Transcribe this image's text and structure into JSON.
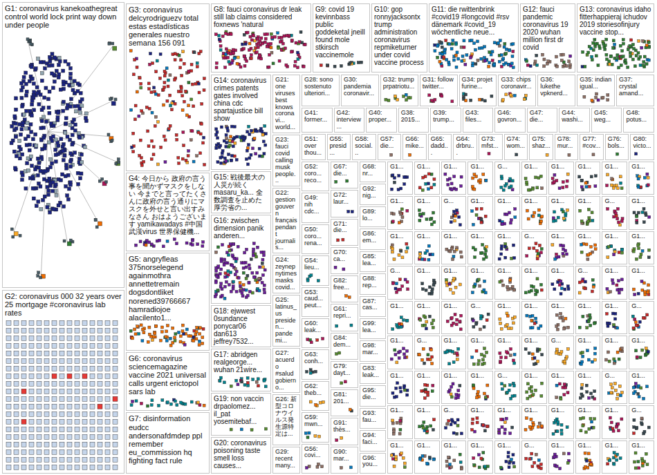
{
  "diagram": {
    "nodes": [
      {
        "text": [
          "G1: coronavirus kanekoathegreat control world lock print way down under people"
        ]
      },
      {
        "text": [
          "G2: coronavirus 000 32 years over 25 mortgage #coronavirus lab rates"
        ]
      },
      {
        "text": [
          "G3: coronavirus delcyrodriguezv total estas estadísticas generales nuestro semana 156 091"
        ]
      },
      {
        "text": [
          "G4: 今日から 政府の言う事を聞かずマスクをしない 今までと言ってたくさんに政府の言う通りにマスクを外せと言い出すみなさん おはようございます yamikawadays #中国 武漢virus 世界保健機..."
        ]
      },
      {
        "text": [
          "G5: angryfleas 375norselegend againmothra annettetremain dogsdontliket norened39766667 hamradiojoe alacilento1..."
        ]
      },
      {
        "text": [
          "G6: coronavirus sciencemagazine vaccine 2021 universal calls urgent erictopol sars lab"
        ]
      },
      {
        "text": [
          "G7: disinformation eudcc andersonafdmdep ppl remember eu_commission hq fighting fact rule"
        ]
      },
      {
        "text": [
          "G8: fauci coronavirus dr leak still lab claims considered foxnews 'natural"
        ]
      },
      {
        "text": [
          "G9: covid 19 kevinnbass public goddeketal jneill found mole stkirsch vaccinemole"
        ]
      },
      {
        "text": [
          "G10: gop ronnyjacksontx trump administration coronavirus repmiketurner under covid vaccine process"
        ]
      },
      {
        "text": [
          "G11: die rwittenbrink #covid19 #longcovid #rsv dänemark #covid_19 wöchentliche neue..."
        ]
      },
      {
        "text": [
          "G12: fauci pandemic coronavirus 19 2020 wuhan million first dr covid"
        ]
      },
      {
        "text": [
          "G13: coronavirus idaho fitterhappieraj ichudov 2019 storiesofinjury vaccine stop..."
        ]
      },
      {
        "text": [
          "G14: coronavirus crimes patents gates involved china cdc spartajustice bill show"
        ]
      },
      {
        "text": [
          "G15: 戦後最大の人災が続く masaru_ka... 全数調査を止めた厚労省の..."
        ]
      },
      {
        "text": [
          "G16: zwischen dimension panik anderen..."
        ]
      },
      {
        "text": [
          "G18: ejwwest 0sundance ponycar06 dan613 jeffrey7532..."
        ]
      },
      {
        "text": [
          "G17: abridgen realgeorge... wuhan 21wire..."
        ]
      },
      {
        "text": [
          "G19: non vaccin drpaolomez... il_pat yosemitebaf..."
        ]
      },
      {
        "text": [
          "G20: coronavirus poisoning taste smell loss causes..."
        ]
      },
      {
        "text": [
          "G21: one viruses best knows coronavi... world..."
        ]
      },
      {
        "text": [
          "G23: fauci covid calling musk people..."
        ]
      },
      {
        "text": [
          "G22: gestion gouvern français pendant journalis..."
        ]
      },
      {
        "text": [
          "G24: zeynep nytimes masks covid..."
        ]
      },
      {
        "text": [
          "G25: latinus_us presiden... pandemi..."
        ]
      },
      {
        "text": [
          "G27: acuerdo #salud gobierno..."
        ]
      },
      {
        "text": [
          "G26: 新型コロナウイルス発生源特定は..."
        ]
      },
      {
        "text": [
          "G29: recent many..."
        ]
      },
      {
        "text": [
          "G28: sono sostenuto ulteriori..."
        ]
      },
      {
        "text": [
          "G30: pandemia coronavir..."
        ]
      },
      {
        "text": [
          "G32: trump prpatriotu..."
        ]
      },
      {
        "text": [
          "G31: follow twitter..."
        ]
      },
      {
        "text": [
          "G34: projet furine..."
        ]
      },
      {
        "text": [
          "G33: chips coronavir..."
        ]
      },
      {
        "text": [
          "G36: lukethe vpknerd..."
        ]
      },
      {
        "text": [
          "G35: indian igual..."
        ]
      },
      {
        "text": [
          "G37: crystal amand..."
        ]
      },
      {
        "text": [
          "G41: former..."
        ]
      },
      {
        "text": [
          "G42: interview..."
        ]
      },
      {
        "text": [
          "G40: proper..."
        ]
      },
      {
        "text": [
          "G38: 2015..."
        ]
      },
      {
        "text": [
          "G39: trump..."
        ]
      },
      {
        "text": [
          "G43: files..."
        ]
      },
      {
        "text": [
          "G46: govron..."
        ]
      },
      {
        "text": [
          "G47: die..."
        ]
      },
      {
        "text": [
          "G44: washi..."
        ]
      },
      {
        "text": [
          "G45: weg..."
        ]
      },
      {
        "text": [
          "G48: potus..."
        ]
      },
      {
        "text": [
          "G51: over thou..."
        ]
      },
      {
        "text": [
          "G55: presid..."
        ]
      },
      {
        "text": [
          "G58: social..."
        ]
      },
      {
        "text": [
          "G57: die..."
        ]
      },
      {
        "text": [
          "G66: mike..."
        ]
      },
      {
        "text": [
          "G65: dadd..."
        ]
      },
      {
        "text": [
          "G64: drbru..."
        ]
      },
      {
        "text": [
          "G73: mfst..."
        ]
      },
      {
        "text": [
          "G74: wom..."
        ]
      },
      {
        "text": [
          "G75: shaz..."
        ]
      },
      {
        "text": [
          "G78: mur..."
        ]
      },
      {
        "text": [
          "G77: #cov..."
        ]
      },
      {
        "text": [
          "G76: bols..."
        ]
      },
      {
        "text": [
          "G80: victo..."
        ]
      },
      {
        "text": [
          "G52: coro... reco..."
        ]
      },
      {
        "text": [
          "G49: nih cdc..."
        ]
      },
      {
        "text": [
          "G50: coro... rena..."
        ]
      },
      {
        "text": [
          "G54: lieu..."
        ]
      },
      {
        "text": [
          "G53: caud... peut..."
        ]
      },
      {
        "text": [
          "G60: leak..."
        ]
      },
      {
        "text": [
          "G63: conh..."
        ]
      },
      {
        "text": [
          "G62: theb..."
        ]
      },
      {
        "text": [
          "G59: mwn..."
        ]
      },
      {
        "text": [
          "G56: covi..."
        ]
      },
      {
        "text": [
          "G67: die..."
        ]
      },
      {
        "text": [
          "G72: laur..."
        ]
      },
      {
        "text": [
          "G71: die..."
        ]
      },
      {
        "text": [
          "G70: ca..."
        ]
      },
      {
        "text": [
          "G82: free..."
        ]
      },
      {
        "text": [
          "G61: repri..."
        ]
      },
      {
        "text": [
          "G84: dem..."
        ]
      },
      {
        "text": [
          "G79: dayt..."
        ]
      },
      {
        "text": [
          "G81: 201..."
        ]
      },
      {
        "text": [
          "G91: thès..."
        ]
      },
      {
        "text": [
          "G90: mar..."
        ]
      },
      {
        "text": [
          "G68: nr..."
        ]
      },
      {
        "text": [
          "G92: nig..."
        ]
      },
      {
        "text": [
          "G89: lo..."
        ]
      },
      {
        "text": [
          "G86: em..."
        ]
      },
      {
        "text": [
          "G85: lea..."
        ]
      },
      {
        "text": [
          "G88: rep..."
        ]
      },
      {
        "text": [
          "G87: cas..."
        ]
      },
      {
        "text": [
          "G99: lea..."
        ]
      },
      {
        "text": [
          "G98: mar..."
        ]
      },
      {
        "text": [
          "G83: leak..."
        ]
      },
      {
        "text": [
          "G95: die..."
        ]
      },
      {
        "text": [
          "G93: fau..."
        ]
      },
      {
        "text": [
          "G94: faci..."
        ]
      },
      {
        "text": [
          "G96: you..."
        ]
      },
      {
        "text": [
          "G1..."
        ]
      },
      {
        "text": [
          "G1..."
        ]
      },
      {
        "text": [
          "G1..."
        ]
      },
      {
        "text": [
          "G1..."
        ]
      },
      {
        "text": [
          "G..."
        ]
      },
      {
        "text": [
          "G1..."
        ]
      },
      {
        "text": [
          "G1..."
        ]
      },
      {
        "text": [
          "G1..."
        ]
      },
      {
        "text": [
          "G1..."
        ]
      },
      {
        "text": [
          "G1..."
        ]
      },
      {
        "text": [
          "G1..."
        ]
      },
      {
        "text": [
          "G1..."
        ]
      },
      {
        "text": [
          "G..."
        ]
      },
      {
        "text": [
          "G1..."
        ]
      },
      {
        "text": [
          "G1..."
        ]
      },
      {
        "text": [
          "G1..."
        ]
      },
      {
        "text": [
          "G1..."
        ]
      },
      {
        "text": [
          "G1..."
        ]
      },
      {
        "text": [
          "G..."
        ]
      },
      {
        "text": [
          "G1..."
        ]
      },
      {
        "text": [
          "G1..."
        ]
      },
      {
        "text": [
          "G1..."
        ]
      },
      {
        "text": [
          "G1..."
        ]
      },
      {
        "text": [
          "G1..."
        ]
      },
      {
        "text": [
          "G1..."
        ]
      },
      {
        "text": [
          "G..."
        ]
      },
      {
        "text": [
          "G1..."
        ]
      },
      {
        "text": [
          "G1..."
        ]
      },
      {
        "text": [
          "G1..."
        ]
      },
      {
        "text": [
          "G1..."
        ]
      },
      {
        "text": [
          "G..."
        ]
      },
      {
        "text": [
          "G1..."
        ]
      },
      {
        "text": [
          "G1..."
        ]
      },
      {
        "text": [
          "G1..."
        ]
      },
      {
        "text": [
          "G1..."
        ]
      },
      {
        "text": [
          "G1..."
        ]
      },
      {
        "text": [
          "G1..."
        ]
      },
      {
        "text": [
          "G..."
        ]
      },
      {
        "text": [
          "G1..."
        ]
      },
      {
        "text": [
          "G1..."
        ]
      },
      {
        "text": [
          "G1..."
        ]
      },
      {
        "text": [
          "G1..."
        ]
      },
      {
        "text": [
          "G1..."
        ]
      },
      {
        "text": [
          "G..."
        ]
      },
      {
        "text": [
          "G1..."
        ]
      },
      {
        "text": [
          "G1..."
        ]
      },
      {
        "text": [
          "G1..."
        ]
      },
      {
        "text": [
          "G1..."
        ]
      },
      {
        "text": [
          "G1..."
        ]
      },
      {
        "text": [
          "G..."
        ]
      },
      {
        "text": [
          "G1..."
        ]
      },
      {
        "text": [
          "G..."
        ]
      },
      {
        "text": [
          "G1..."
        ]
      },
      {
        "text": [
          "G1..."
        ]
      },
      {
        "text": [
          "G1..."
        ]
      },
      {
        "text": [
          "G1..."
        ]
      },
      {
        "text": [
          "G..."
        ]
      },
      {
        "text": [
          "G1..."
        ]
      },
      {
        "text": [
          "G1..."
        ]
      },
      {
        "text": [
          "G1..."
        ]
      },
      {
        "text": [
          "G1..."
        ]
      },
      {
        "text": [
          "G1..."
        ]
      },
      {
        "text": [
          "G1..."
        ]
      },
      {
        "text": [
          "G1..."
        ]
      },
      {
        "text": [
          "G..."
        ]
      },
      {
        "text": [
          "G1..."
        ]
      },
      {
        "text": [
          "G1..."
        ]
      },
      {
        "text": [
          "G1..."
        ]
      },
      {
        "text": [
          "G..."
        ]
      },
      {
        "text": [
          "G1..."
        ]
      },
      {
        "text": [
          "G1..."
        ]
      },
      {
        "text": [
          "G1..."
        ]
      },
      {
        "text": [
          "G..."
        ]
      },
      {
        "text": [
          "G1..."
        ]
      },
      {
        "text": [
          "G1..."
        ]
      },
      {
        "text": [
          "G1..."
        ]
      },
      {
        "text": [
          "G1..."
        ]
      },
      {
        "text": [
          "G1..."
        ]
      },
      {
        "text": [
          "G1..."
        ]
      },
      {
        "text": [
          "G..."
        ]
      },
      {
        "text": [
          "G1..."
        ]
      },
      {
        "text": [
          "G1..."
        ]
      },
      {
        "text": [
          "G1..."
        ]
      },
      {
        "text": [
          "G1..."
        ]
      },
      {
        "text": [
          "G1..."
        ]
      },
      {
        "text": [
          "G..."
        ]
      },
      {
        "text": [
          "G1..."
        ]
      },
      {
        "text": [
          "G1..."
        ]
      },
      {
        "text": [
          "G1..."
        ]
      },
      {
        "text": [
          "G1..."
        ]
      }
    ]
  }
}
